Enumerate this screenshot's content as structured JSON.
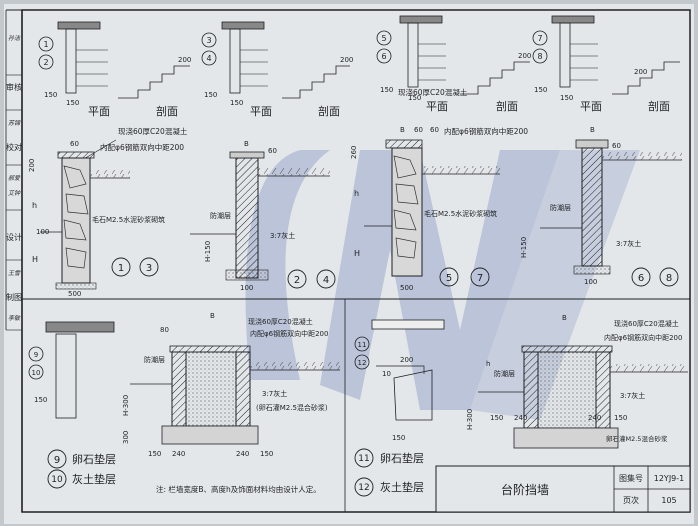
{
  "side_strip": {
    "labels": [
      "审核",
      "校对",
      "设计",
      "制图"
    ],
    "signatures": [
      "孙洁",
      "苏锦",
      "郝爱",
      "艾钟",
      "王雪",
      "李敏"
    ]
  },
  "top_row": {
    "plan_label": "平面",
    "section_label": "剖面",
    "circles_a": [
      "1",
      "2"
    ],
    "circles_b": [
      "3",
      "4"
    ],
    "circles_c": [
      "5",
      "6"
    ],
    "circles_d": [
      "7",
      "8"
    ],
    "dim_200": "200",
    "dim_150": "150"
  },
  "middle_row": {
    "concrete_note": "现浇60厚C20混凝土",
    "rebar_note": "内配φ6钢筋双向中距200",
    "masonry_note": "毛石M2.5水泥砂浆砌筑",
    "damp_layer": "防潮层",
    "lime_soil": "3:7灰土",
    "dim_B": "B",
    "dim_h": "h",
    "dim_H": "H",
    "dim_H150": "H-150",
    "dim_60": "60",
    "dim_100": "100",
    "dim_200": "200",
    "dim_260": "260",
    "dim_500": "500",
    "circles": [
      "1",
      "3",
      "2",
      "4",
      "5",
      "7",
      "6",
      "8"
    ]
  },
  "bottom_row": {
    "concrete_note": "现浇60厚C20混凝土",
    "rebar_note": "内配φ6钢筋双向中距200",
    "damp_layer": "防潮层",
    "lime_soil": "3:7灰土",
    "pebble_mortar_left": "(卵石灌M2.5混合砂浆)",
    "pebble_mortar_right": "卵石灌M2.5混合砂浆",
    "dim_H300": "H-300",
    "dim_300": "300",
    "dim_150": "150",
    "dim_240": "240",
    "dim_200": "200",
    "dim_80": "80",
    "dim_10": "10",
    "dim_B": "B",
    "dim_h": "h",
    "legend": [
      {
        "num": "9",
        "text": "卵石垫层"
      },
      {
        "num": "10",
        "text": "灰土垫层"
      },
      {
        "num": "11",
        "text": "卵石垫层"
      },
      {
        "num": "12",
        "text": "灰土垫层"
      }
    ],
    "note": "注: 栏墙宽度B、高度h及饰面材料均由设计人定。"
  },
  "title_block": {
    "title": "台阶挡墙",
    "atlas_label": "图集号",
    "atlas_value": "12YJ9-1",
    "page_label": "页次",
    "page_value": "105"
  },
  "colors": {
    "ink": "#1e2124",
    "paper": "#e4e7ea",
    "watermark": "#2e4c9c"
  }
}
